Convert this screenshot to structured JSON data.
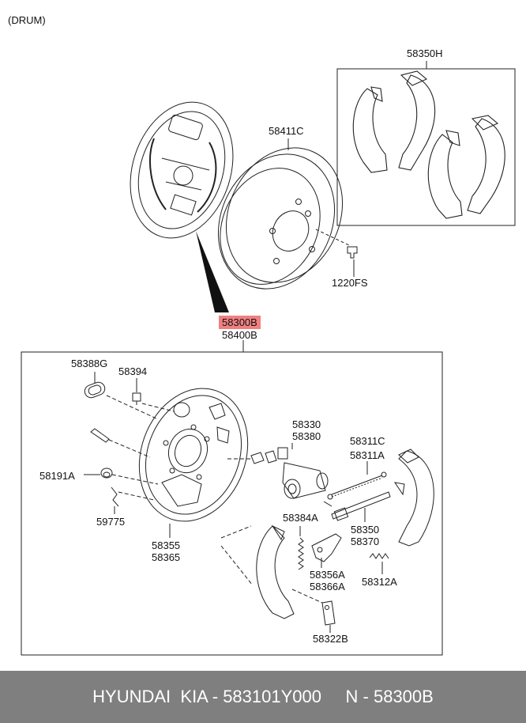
{
  "header": {
    "title": "(DRUM)"
  },
  "labels": {
    "shoe_kit": "58350H",
    "drum": "58411C",
    "drum_screw": "1220FS",
    "assy_upper": "58300B",
    "assy_lower": "58400B",
    "plug": "58388G",
    "bolt": "58394",
    "bushing": "58191A",
    "pin": "59775",
    "backing_plate_a": "58355",
    "backing_plate_b": "58365",
    "wheel_cyl_a": "58330",
    "wheel_cyl_b": "58380",
    "spring_upper_a": "58311C",
    "spring_upper_b": "58311A",
    "spring_lower": "58384A",
    "adjuster_a": "58350",
    "adjuster_b": "58370",
    "lever_a": "58356A",
    "lever_b": "58366A",
    "spring_return": "58312A",
    "clip": "58322B"
  },
  "colors": {
    "highlight": "#f08080",
    "footer_bg": "#7f7f7f"
  },
  "footer": {
    "text": "HYUNDAI  KIA - 583101Y000     N - 58300B"
  }
}
